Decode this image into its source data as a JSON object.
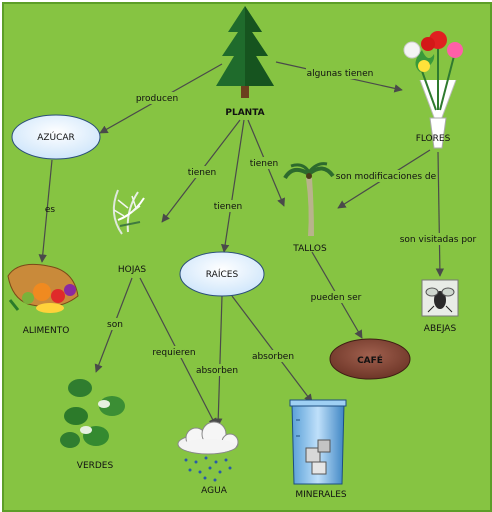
{
  "nodes": {
    "planta": "PLANTA",
    "azucar": "AZÚCAR",
    "flores": "FLORES",
    "hojas": "HOJAS",
    "raices": "RAÍCES",
    "tallos": "TALLOS",
    "alimento": "ALIMENTO",
    "verdes": "VERDES",
    "agua": "AGUA",
    "minerales": "MINERALES",
    "cafe": "CAFÉ",
    "abejas": "ABEJAS"
  },
  "links": {
    "producen": "producen",
    "algunas_tienen": "algunas tienen",
    "tienen_hojas": "tienen",
    "tienen_raices": "tienen",
    "tienen_tallos": "tienen",
    "son_modificaciones": "son modificaciones de",
    "es": "es",
    "son_visitadas": "son visitadas por",
    "son": "son",
    "requieren": "requieren",
    "absorben_agua": "absorben",
    "absorben_minerales": "absorben",
    "pueden_ser": "pueden ser"
  },
  "colors": {
    "background": "#86c442",
    "azucar_fill": "#e6f3ff",
    "raices_fill": "#e6f3ff",
    "cafe_fill": "#8a4a3a",
    "cafe_text": "#ffffff"
  }
}
